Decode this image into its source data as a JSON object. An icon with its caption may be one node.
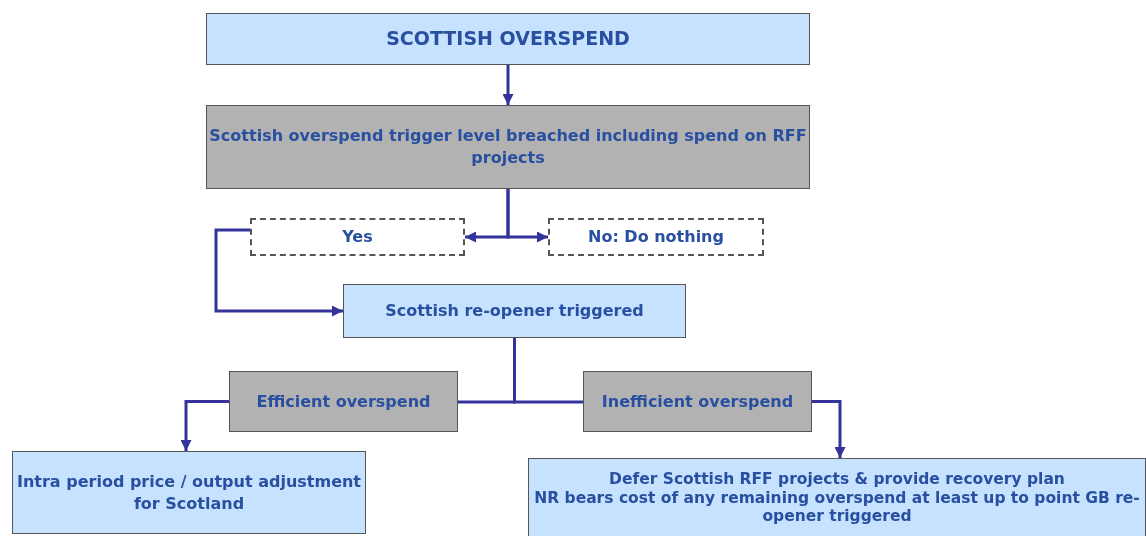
{
  "diagram": {
    "nodes": [
      {
        "text": [
          "SCOTTISH OVERSPEND"
        ]
      },
      {
        "text": [
          "Scottish overspend trigger level breached including spend on RFF projects"
        ]
      },
      {
        "text": [
          "Yes"
        ]
      },
      {
        "text": [
          "No: Do nothing"
        ]
      },
      {
        "text": [
          "Scottish re-opener triggered"
        ]
      },
      {
        "text": [
          "Efficient overspend"
        ]
      },
      {
        "text": [
          "Inefficient overspend"
        ]
      },
      {
        "text": [
          "Intra period price / output adjustment for Scotland"
        ]
      },
      {
        "text": [
          "Defer Scottish RFF projects & provide recovery plan",
          "NR bears cost of any remaining overspend at least up to point GB re-opener triggered"
        ]
      }
    ],
    "edges": [
      {
        "from": 0,
        "to": 1,
        "arrow": "to"
      },
      {
        "from": 1,
        "to": 2,
        "arrow": "to"
      },
      {
        "from": 1,
        "to": 3,
        "arrow": "to"
      },
      {
        "from": 2,
        "to": 4,
        "arrow": "to"
      },
      {
        "from": 4,
        "to": 5,
        "arrow": "none"
      },
      {
        "from": 4,
        "to": 6,
        "arrow": "none"
      },
      {
        "from": 5,
        "to": 7,
        "arrow": "to"
      },
      {
        "from": 6,
        "to": 8,
        "arrow": "to"
      }
    ]
  }
}
